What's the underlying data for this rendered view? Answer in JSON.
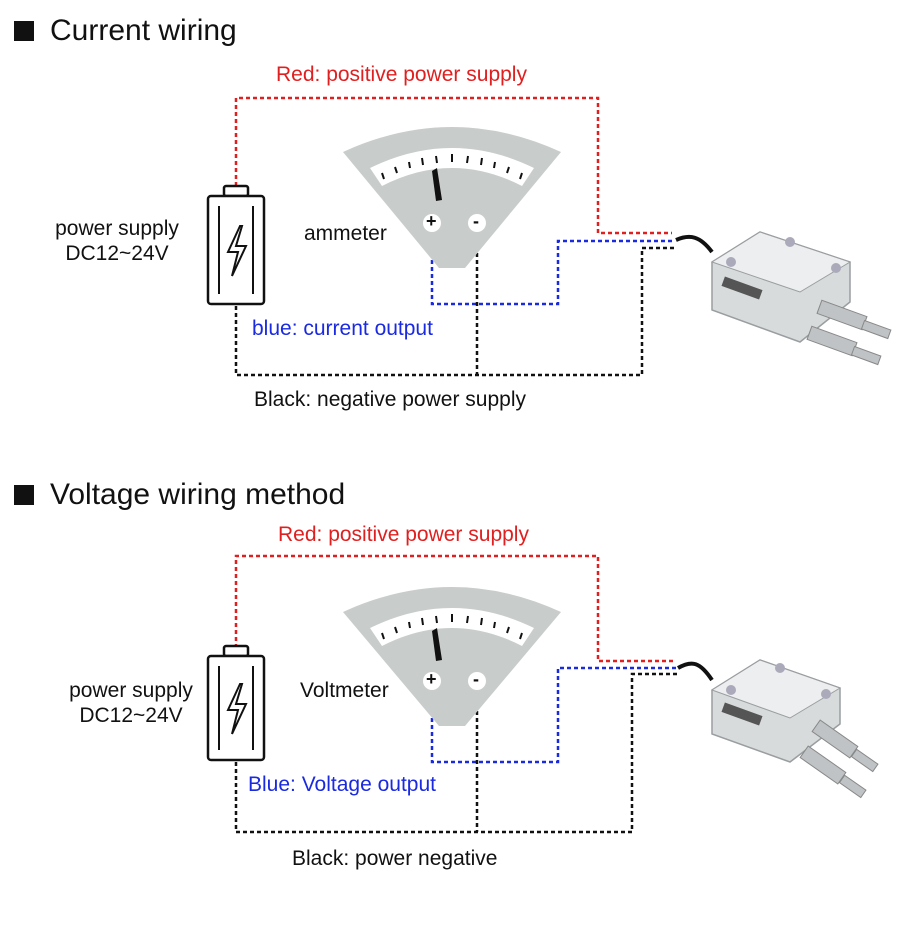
{
  "sections": [
    {
      "title": "Current wiring",
      "red_label": "Red: positive power supply",
      "blue_label": "blue: current output",
      "black_label": "Black: negative power supply",
      "meter_label": "ammeter",
      "power_supply_line1": "power supply",
      "power_supply_line2": "DC12~24V",
      "meter_plus": "+",
      "meter_minus": "-"
    },
    {
      "title": "Voltage wiring method",
      "red_label": "Red: positive power supply",
      "blue_label": "Blue: Voltage output",
      "black_label": "Black: power negative",
      "meter_label": "Voltmeter",
      "power_supply_line1": "power supply",
      "power_supply_line2": "DC12~24V",
      "meter_plus": "+",
      "meter_minus": "-"
    }
  ],
  "colors": {
    "red_wire": "#e02020",
    "blue_wire": "#1a2ae0",
    "black_wire": "#111111",
    "meter_body": "#c8ccca",
    "transmitter_body": "#d8dbdc"
  }
}
